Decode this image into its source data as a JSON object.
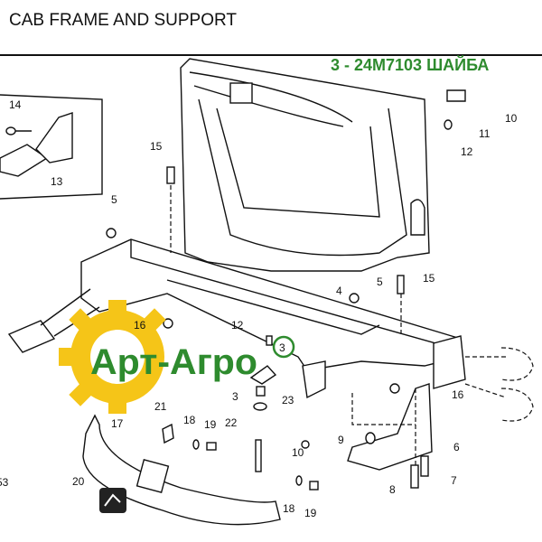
{
  "header": {
    "title": "CAB FRAME AND SUPPORT"
  },
  "part_info": "3 - 24M7103 ШАЙБА",
  "watermark": {
    "text": "Арт-Агро",
    "circled_number": "3"
  },
  "colors": {
    "accent_green": "#2e8b2e",
    "gear_yellow": "#f5c518"
  },
  "callouts": [
    "14",
    "13",
    "15",
    "5",
    "12",
    "16",
    "23",
    "3",
    "21",
    "17",
    "18",
    "19",
    "22",
    "10",
    "20",
    "18",
    "19",
    "5",
    "4",
    "15",
    "9",
    "6",
    "8",
    "7",
    "16",
    "10",
    "11",
    "12",
    "53"
  ]
}
